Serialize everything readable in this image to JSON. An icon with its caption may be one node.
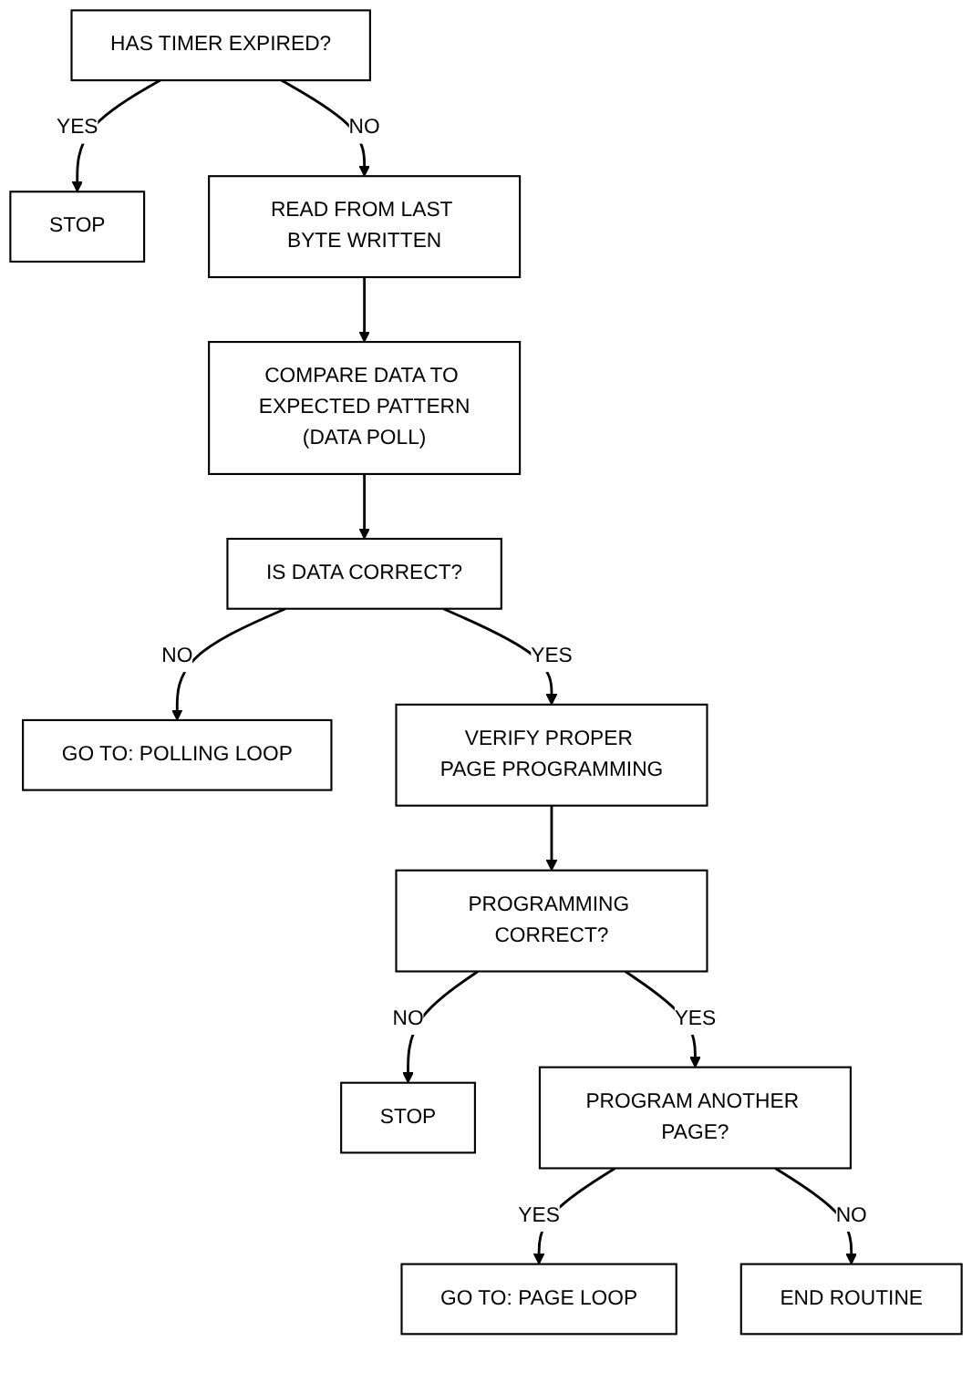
{
  "diagram": {
    "nodes": [
      {
        "text": [
          "HAS TIMER EXPIRED?"
        ]
      },
      {
        "text": [
          "STOP"
        ]
      },
      {
        "text": [
          "READ FROM LAST BYTE WRITTEN"
        ]
      },
      {
        "text": [
          "COMPARE DATA TO EXPECTED PATTERN",
          "(DATA POLL)"
        ]
      },
      {
        "text": [
          "IS DATA CORRECT?"
        ]
      },
      {
        "text": [
          "GO TO: POLLING LOOP"
        ]
      },
      {
        "text": [
          "VERIFY PROPER PAGE PROGRAMMING"
        ]
      },
      {
        "text": [
          "PROGRAMMING CORRECT?"
        ]
      },
      {
        "text": [
          "STOP"
        ]
      },
      {
        "text": [
          "PROGRAM ANOTHER PAGE?"
        ]
      },
      {
        "text": [
          "GO TO: PAGE LOOP"
        ]
      },
      {
        "text": [
          "END ROUTINE"
        ]
      }
    ],
    "edges": [
      {
        "from": 0,
        "to": 1,
        "arrow": "to",
        "label": "YES"
      },
      {
        "from": 0,
        "to": 2,
        "arrow": "to",
        "label": "NO"
      },
      {
        "from": 2,
        "to": 3,
        "arrow": "to"
      },
      {
        "from": 3,
        "to": 4,
        "arrow": "to"
      },
      {
        "from": 4,
        "to": 5,
        "arrow": "to",
        "label": "NO"
      },
      {
        "from": 4,
        "to": 6,
        "arrow": "to",
        "label": "YES"
      },
      {
        "from": 6,
        "to": 7,
        "arrow": "to"
      },
      {
        "from": 7,
        "to": 8,
        "arrow": "to",
        "label": "NO"
      },
      {
        "from": 7,
        "to": 9,
        "arrow": "to",
        "label": "YES"
      },
      {
        "from": 9,
        "to": 10,
        "arrow": "to",
        "label": "YES"
      },
      {
        "from": 9,
        "to": 11,
        "arrow": "to",
        "label": "NO"
      }
    ]
  }
}
